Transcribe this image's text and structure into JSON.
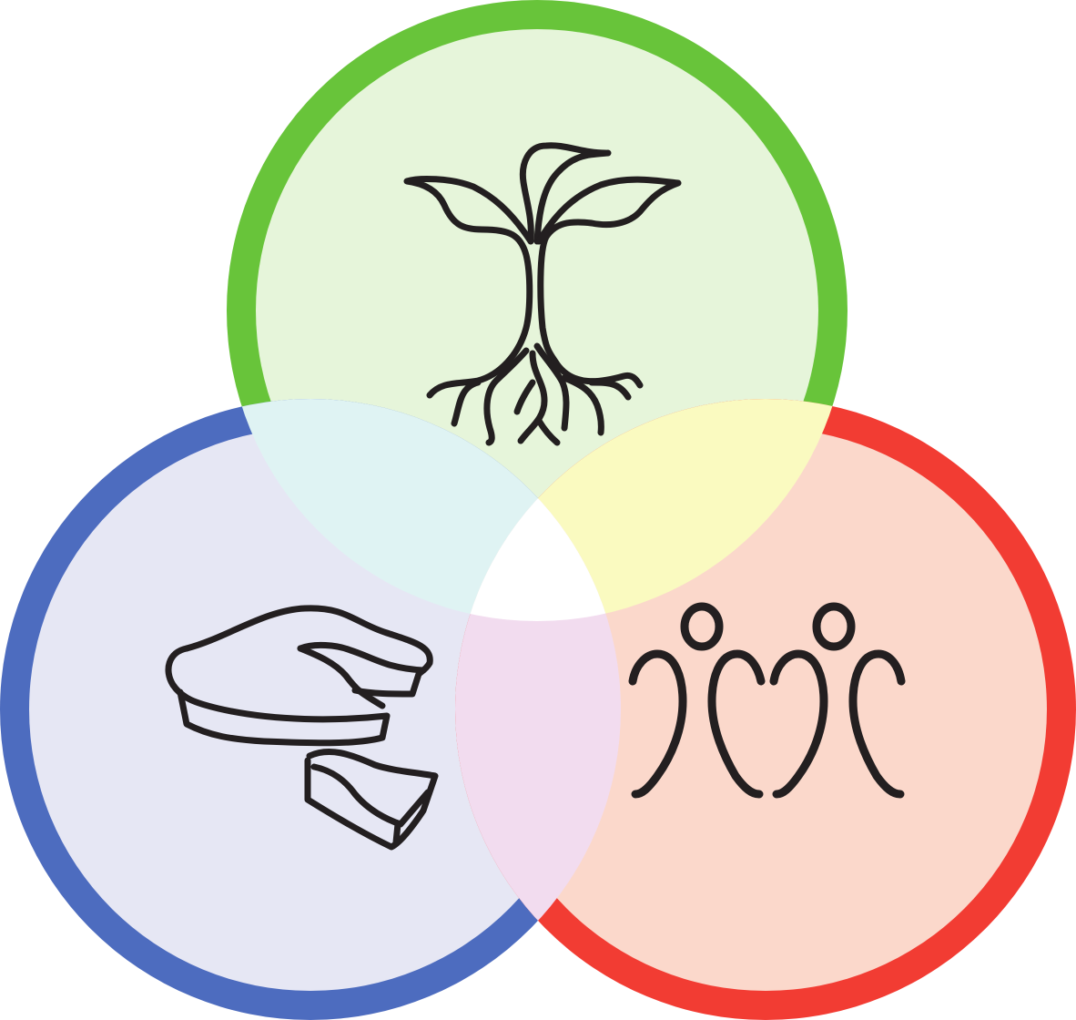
{
  "diagram": {
    "type": "venn-3",
    "circles": [
      {
        "id": "top",
        "icon": "tree-with-roots-icon",
        "ring_color": "#68c43a",
        "fill_color": "#e6f5da"
      },
      {
        "id": "left",
        "icon": "caps-hats-icon",
        "ring_color": "#4d6cbf",
        "fill_color": "#e6e7f4"
      },
      {
        "id": "right",
        "icon": "people-group-icon",
        "ring_color": "#f23c33",
        "fill_color": "#fbd8cb"
      }
    ],
    "overlaps": {
      "top_left": "#dff3f3",
      "top_right": "#fafac0",
      "left_right": "#f2dcef",
      "all": "#ffffff"
    },
    "icon_color": "#231f20"
  }
}
